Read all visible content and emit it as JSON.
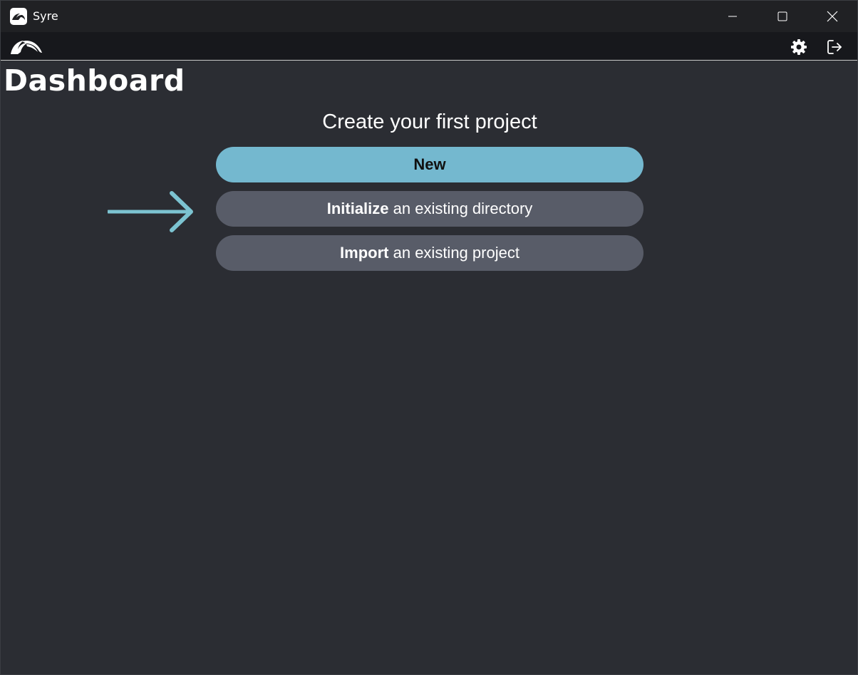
{
  "window": {
    "title": "Syre"
  },
  "toolbar": {
    "settings_icon": "gear-icon",
    "logout_icon": "logout-icon"
  },
  "main": {
    "page_title": "Dashboard",
    "prompt": "Create your first project",
    "buttons": {
      "new": {
        "label": "New"
      },
      "initialize": {
        "strong": "Initialize",
        "rest": " an existing directory"
      },
      "import": {
        "strong": "Import",
        "rest": " an existing project"
      }
    },
    "arrow_icon": "arrow-right-icon"
  },
  "colors": {
    "background": "#2b2d33",
    "titlebar": "#202124",
    "toolbar": "#17181c",
    "primary_button": "#74b8cf",
    "secondary_button": "#585c68",
    "arrow": "#7cc3d1"
  }
}
